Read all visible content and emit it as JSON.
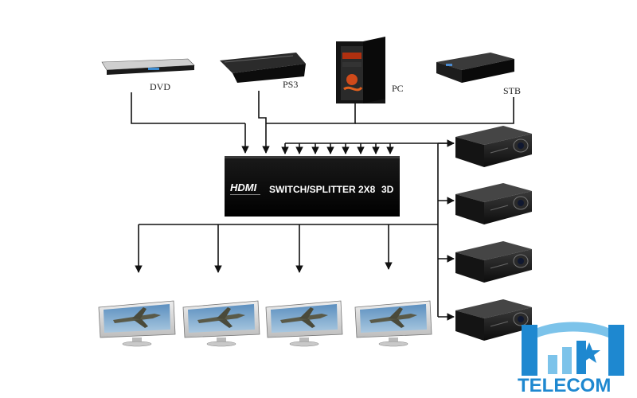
{
  "sources": {
    "dvd_label": "DVD",
    "ps3_label": "PS3",
    "pc_label": "PC",
    "stb_label": "STB"
  },
  "switch": {
    "logo": "HDMI",
    "title": "SWITCH/SPLITTER 2X8",
    "badge": "3D"
  },
  "outputs": {
    "monitor_count": 4,
    "projector_count": 4
  },
  "watermark": {
    "brand": "TELECOM",
    "primary_color": "#1e88d0",
    "secondary_color": "#7cc3ea"
  }
}
